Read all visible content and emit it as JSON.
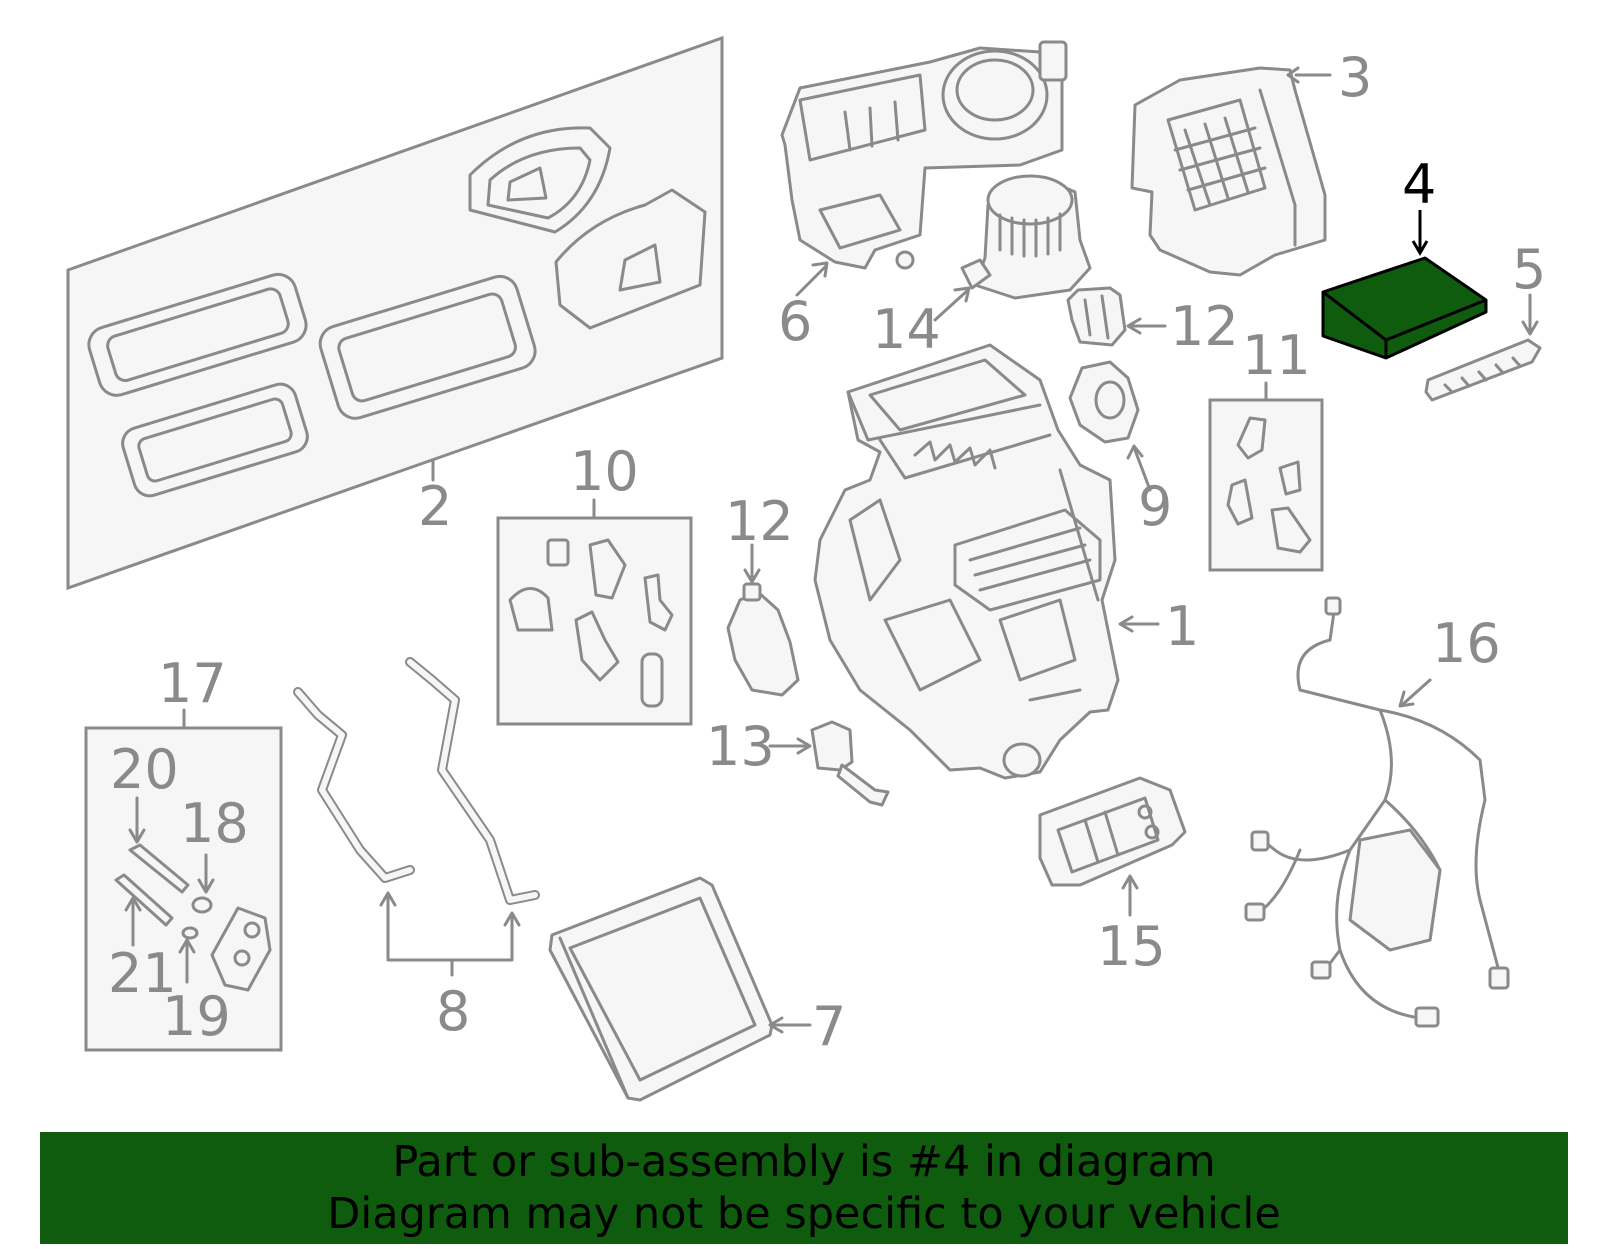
{
  "callouts": {
    "c1": "1",
    "c2": "2",
    "c3": "3",
    "c4": "4",
    "c5": "5",
    "c6": "6",
    "c7": "7",
    "c8": "8",
    "c9": "9",
    "c10": "10",
    "c11": "11",
    "c12a": "12",
    "c12b": "12",
    "c13": "13",
    "c14": "14",
    "c15": "15",
    "c16": "16",
    "c17": "17",
    "c18": "18",
    "c19": "19",
    "c20": "20",
    "c21": "21"
  },
  "highlight": {
    "part_number": "4",
    "color": "#0f5c0f"
  },
  "banner": {
    "line1": "Part or sub-assembly is #4 in diagram",
    "line2": "Diagram may not be specific to your vehicle",
    "background": "#0f5c0f"
  }
}
